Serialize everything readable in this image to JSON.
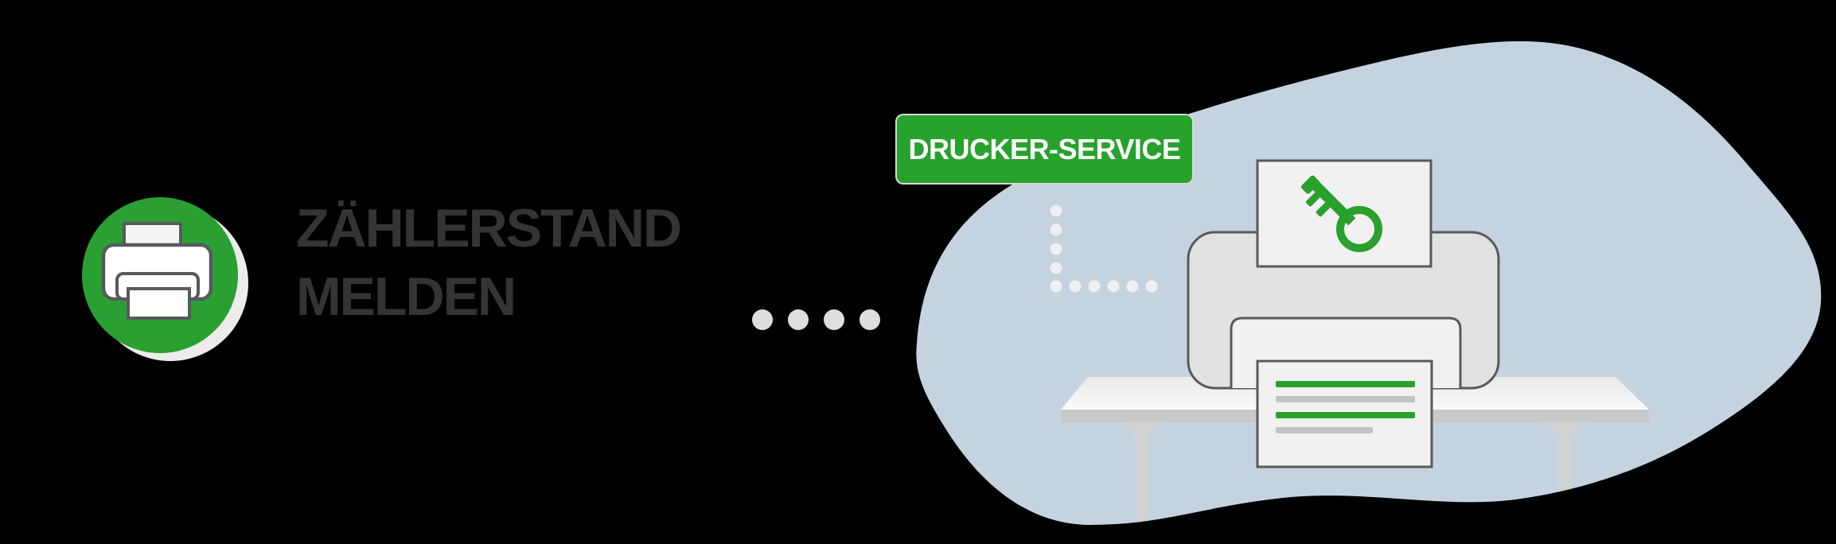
{
  "canvas": {
    "background": "#000000"
  },
  "hero": {
    "icon": {
      "name": "printer-icon",
      "circle_color": "#2aa032",
      "shadow_color": "#ececec",
      "glyph_outline": "#58595b"
    },
    "title": {
      "line1": "ZÄHLERSTAND",
      "line2": "MELDEN",
      "color": "#333436"
    },
    "connector_dots": {
      "count": 4,
      "color": "#dedede"
    }
  },
  "illustration": {
    "blob_color": "#c5d3e1",
    "badge": {
      "label": "DRUCKER-SERVICE",
      "background": "#27a22d",
      "text_color": "#ffffff"
    },
    "corner_dots": {
      "color": "#f0f0f2",
      "vertical_count": 5,
      "horizontal_count": 6
    },
    "table": {
      "top_color": "#f7f7f7",
      "edge_color": "#c9c9c9",
      "leg_color": "#d2d2d2"
    },
    "printer": {
      "body_color": "#e2e2e2",
      "paper_color": "#f1f1f2",
      "outline_color": "#58595b",
      "key_color": "#2aa02d"
    },
    "receipt": {
      "lines": [
        {
          "color": "#2aa02d",
          "length": "long"
        },
        {
          "color": "#c3c3c3",
          "length": "long"
        },
        {
          "color": "#2aa02d",
          "length": "long"
        },
        {
          "color": "#c3c3c3",
          "length": "short"
        }
      ]
    }
  }
}
